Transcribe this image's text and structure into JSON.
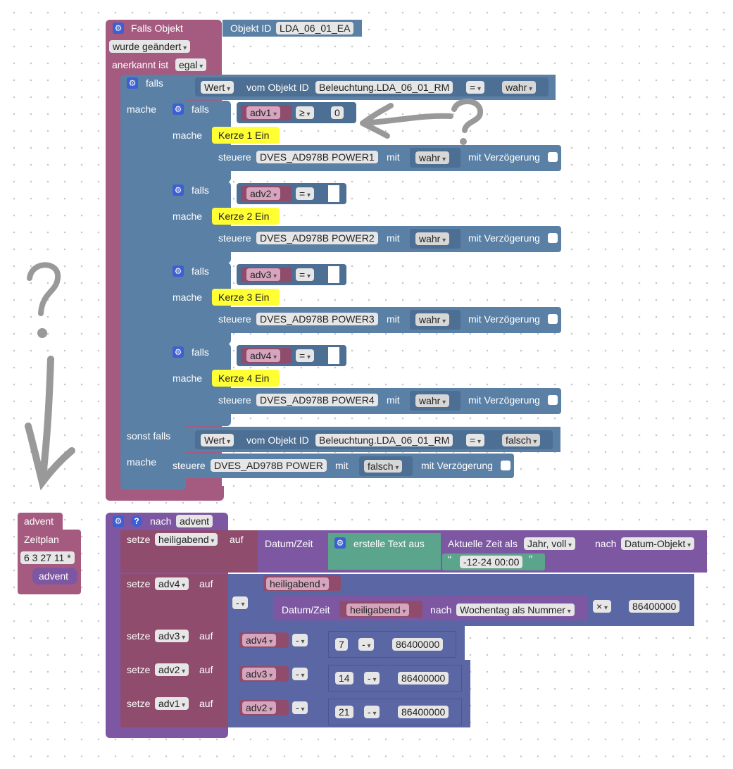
{
  "block1": {
    "header": "Falls Objekt",
    "objekt_id_label": "Objekt ID",
    "objekt_id_value": "LDA_06_01_EA",
    "changed": "wurde geändert",
    "ack_label": "anerkannt ist",
    "ack_value": "egal",
    "falls": "falls",
    "mache": "mache",
    "sonst_falls": "sonst falls",
    "wert": "Wert",
    "vom_objekt": "vom Objekt ID",
    "rm_object": "Beleuchtung.LDA_06_01_RM",
    "eq": "=",
    "wahr": "wahr",
    "falsch": "falsch",
    "steuere": "steuere",
    "mit": "mit",
    "mit_verz": "mit Verzögerung",
    "power_all": "DVES_AD978B POWER",
    "inner": [
      {
        "var": "adv1",
        "op": "≥",
        "num": "0",
        "kerze": "Kerze 1 Ein",
        "power": "DVES_AD978B POWER1"
      },
      {
        "var": "adv2",
        "op": "=",
        "num": "",
        "kerze": "Kerze 2 Ein",
        "power": "DVES_AD978B POWER2"
      },
      {
        "var": "adv3",
        "op": "=",
        "num": "",
        "kerze": "Kerze 3 Ein",
        "power": "DVES_AD978B POWER3"
      },
      {
        "var": "adv4",
        "op": "=",
        "num": "",
        "kerze": "Kerze 4 Ein",
        "power": "DVES_AD978B POWER4"
      }
    ]
  },
  "schedule": {
    "name": "advent",
    "zeitplan": "Zeitplan",
    "cron": "6 3 27 11 *",
    "call": "advent"
  },
  "block2": {
    "nach": "nach",
    "func": "advent",
    "setze": "setze",
    "auf": "auf",
    "datum_zeit": "Datum/Zeit",
    "erstelle": "erstelle Text aus",
    "aktuelle": "Aktuelle Zeit als",
    "jahr_voll": "Jahr, voll",
    "nach_label": "nach",
    "datum_objekt": "Datum-Objekt",
    "text_value": "-12-24 00:00",
    "heiligabend": "heiligabend",
    "minus": "-",
    "times": "×",
    "wochentag": "Wochentag als Nummer",
    "day_ms": "86400000",
    "rows": [
      {
        "target": "adv3",
        "source": "adv4",
        "days": "7"
      },
      {
        "target": "adv2",
        "source": "adv3",
        "days": "14"
      },
      {
        "target": "adv1",
        "source": "adv2",
        "days": "21"
      }
    ],
    "adv4": "adv4"
  }
}
